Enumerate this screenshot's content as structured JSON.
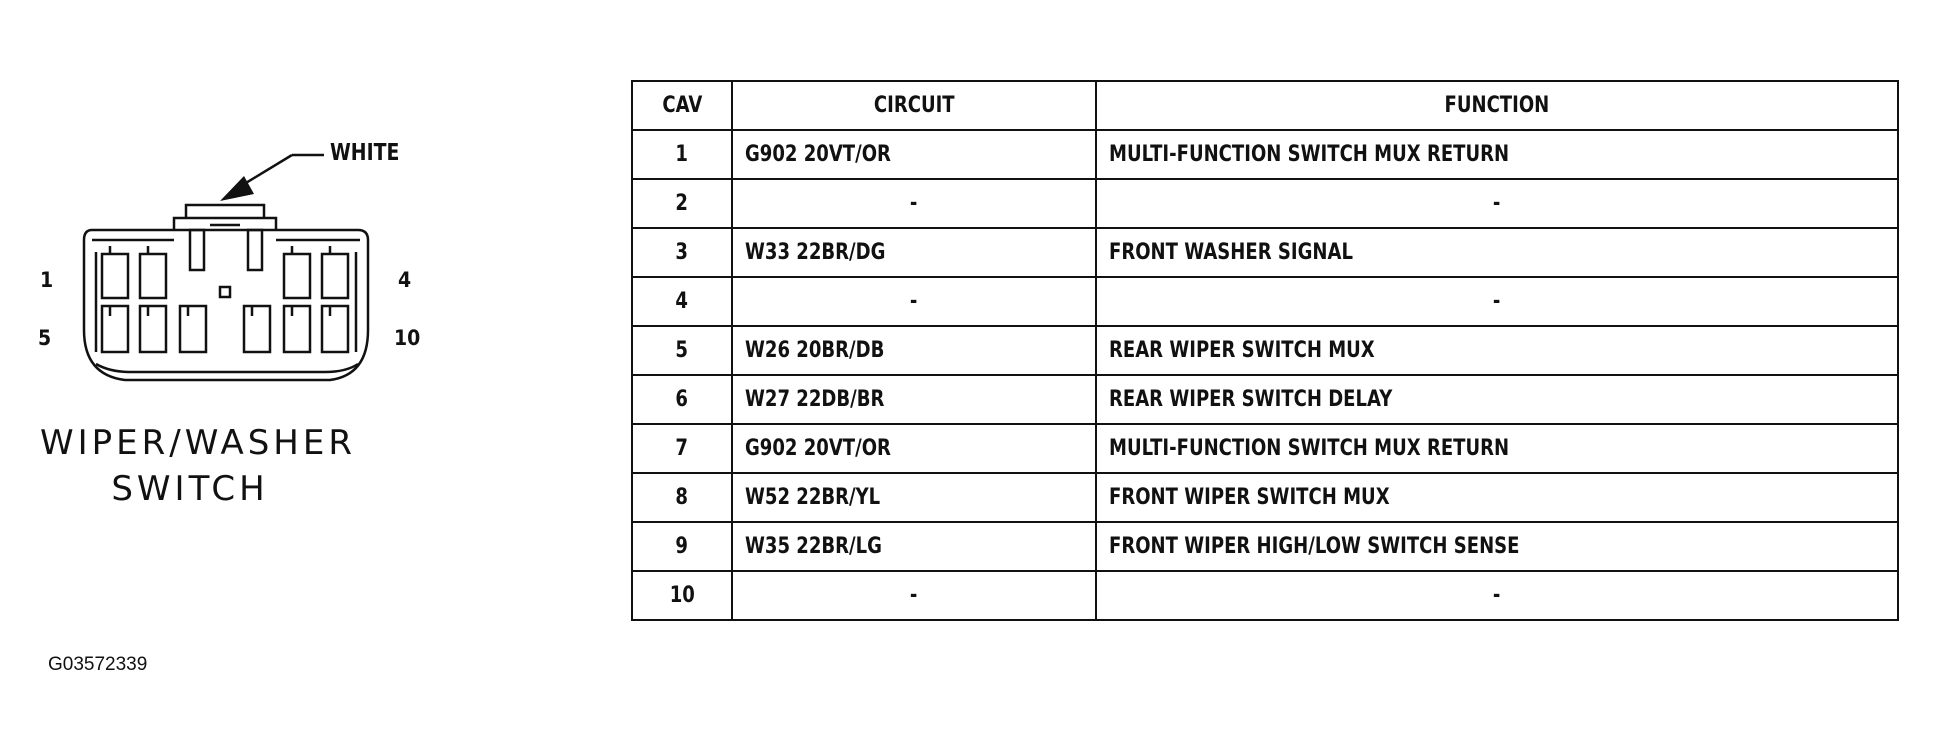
{
  "connector": {
    "wire_color_label": "WHITE",
    "pin_labels": {
      "top_left": "1",
      "top_right": "4",
      "bottom_left": "5",
      "bottom_right": "10"
    },
    "caption_line1": "WIPER/WASHER",
    "caption_line2": "SWITCH"
  },
  "figure_id": "G03572339",
  "table": {
    "headers": {
      "cav": "CAV",
      "circuit": "CIRCUIT",
      "function": "FUNCTION"
    },
    "rows": [
      {
        "cav": "1",
        "circuit": "G902 20VT/OR",
        "function": "MULTI-FUNCTION SWITCH MUX RETURN"
      },
      {
        "cav": "2",
        "circuit": "-",
        "function": "-"
      },
      {
        "cav": "3",
        "circuit": "W33 22BR/DG",
        "function": "FRONT WASHER SIGNAL"
      },
      {
        "cav": "4",
        "circuit": "-",
        "function": "-"
      },
      {
        "cav": "5",
        "circuit": "W26 20BR/DB",
        "function": "REAR WIPER SWITCH MUX"
      },
      {
        "cav": "6",
        "circuit": "W27 22DB/BR",
        "function": "REAR WIPER SWITCH DELAY"
      },
      {
        "cav": "7",
        "circuit": "G902 20VT/OR",
        "function": "MULTI-FUNCTION SWITCH MUX RETURN"
      },
      {
        "cav": "8",
        "circuit": "W52 22BR/YL",
        "function": "FRONT WIPER SWITCH MUX"
      },
      {
        "cav": "9",
        "circuit": "W35 22BR/LG",
        "function": "FRONT WIPER HIGH/LOW SWITCH SENSE"
      },
      {
        "cav": "10",
        "circuit": "-",
        "function": "-"
      }
    ]
  }
}
